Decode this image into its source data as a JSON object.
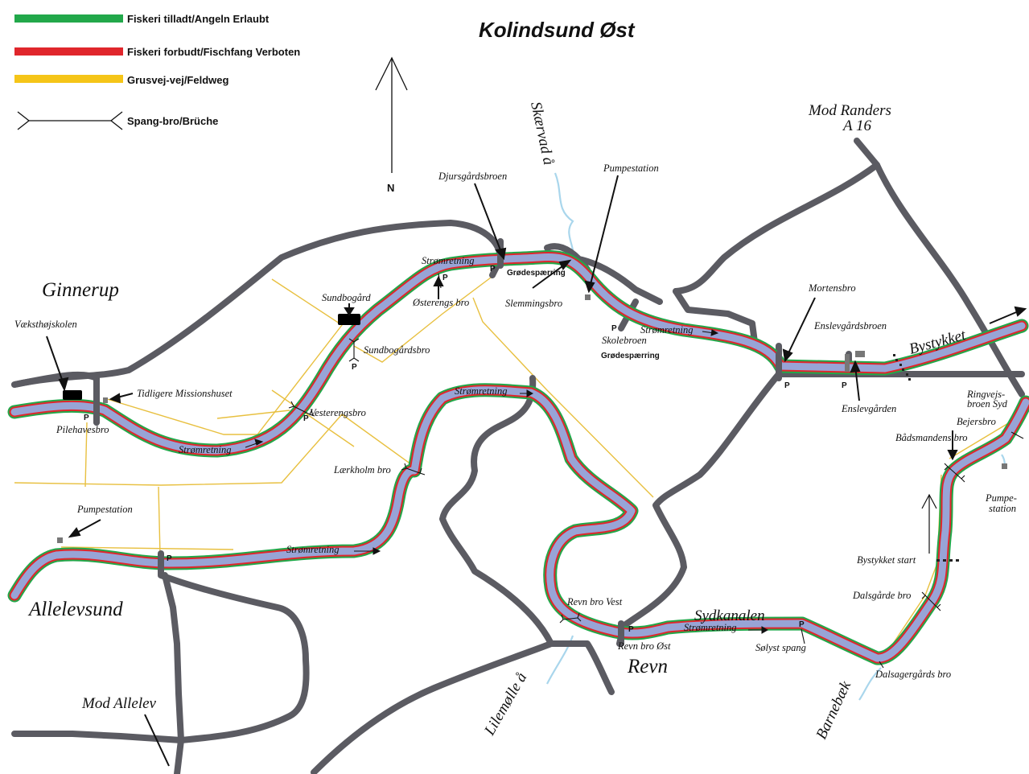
{
  "map": {
    "title": "Kolindsund Øst",
    "north_label": "N",
    "legend": [
      {
        "label": "Fiskeri tilladt/Angeln Erlaubt",
        "color": "#22a84a",
        "symbol": "line"
      },
      {
        "label": "Fiskeri forbudt/Fischfang Verboten",
        "color": "#e0262c",
        "symbol": "line"
      },
      {
        "label": "Grusvej-vej/Feldweg",
        "color": "#f5c518",
        "symbol": "line"
      },
      {
        "label": "Spang-bro/Brüche",
        "color": "#111111",
        "symbol": "bridge"
      }
    ],
    "colors": {
      "canal_fill": "#98a4d6",
      "fishing_allowed": "#22a84a",
      "fishing_forbidden": "#e0262c",
      "gravel": "#e8c040",
      "road": "#5b5b62",
      "creek": "#a9d6ec"
    },
    "places": {
      "ginnerup": "Ginnerup",
      "allelevsund": "Allelevsund",
      "revn": "Revn",
      "sydkanalen": "Sydkanalen",
      "bystykket": "Bystykket",
      "skaervad_aa": "Skærvad å",
      "lilemolle_aa": "Lilemølle å",
      "barnebaek": "Barnebæk",
      "mod_randers_1": "Mod Randers",
      "mod_randers_2": "A 16",
      "mod_allelev": "Mod Allelev"
    },
    "labels": {
      "vaeksthojskolen": "Væksthøjskolen",
      "tidligere_missionshuset": "Tidligere Missionshuset",
      "pilehavesbro": "Pilehavesbro",
      "stromretning": "Strømretning",
      "vesterengsbro": "Vesterengsbro",
      "sundbogard": "Sundbogård",
      "sundbogardsbro": "Sundbogårdsbro",
      "osterengs_bro": "Østerengs bro",
      "djursgardsbroen": "Djursgårdsbroen",
      "grodesparring": "Grødespærring",
      "slemmingsbro": "Slemmingsbro",
      "pumpestation": "Pumpestation",
      "skolebroen": "Skolebroen",
      "mortensbro": "Mortensbro",
      "enslevgardsbroen": "Enslevgårdsbroen",
      "enslevgarden": "Enslevgården",
      "laerkholm_bro": "Lærkholm bro",
      "ringvejsbroen_1": "Ringvejs-",
      "ringvejsbroen_2": "broen Syd",
      "bejersbro": "Bejersbro",
      "badsmandens_bro": "Bådsmandens bro",
      "pumpe_1": "Pumpe-",
      "pumpe_2": "station",
      "bystykket_start": "Bystykket start",
      "dalsgarde_bro": "Dalsgårde bro",
      "dalsagergards_bro": "Dalsagergårds bro",
      "solyst_spang": "Sølyst spang",
      "revn_bro_vest": "Revn bro Vest",
      "revn_bro_ost": "Revn bro Øst",
      "parking": "P"
    }
  }
}
